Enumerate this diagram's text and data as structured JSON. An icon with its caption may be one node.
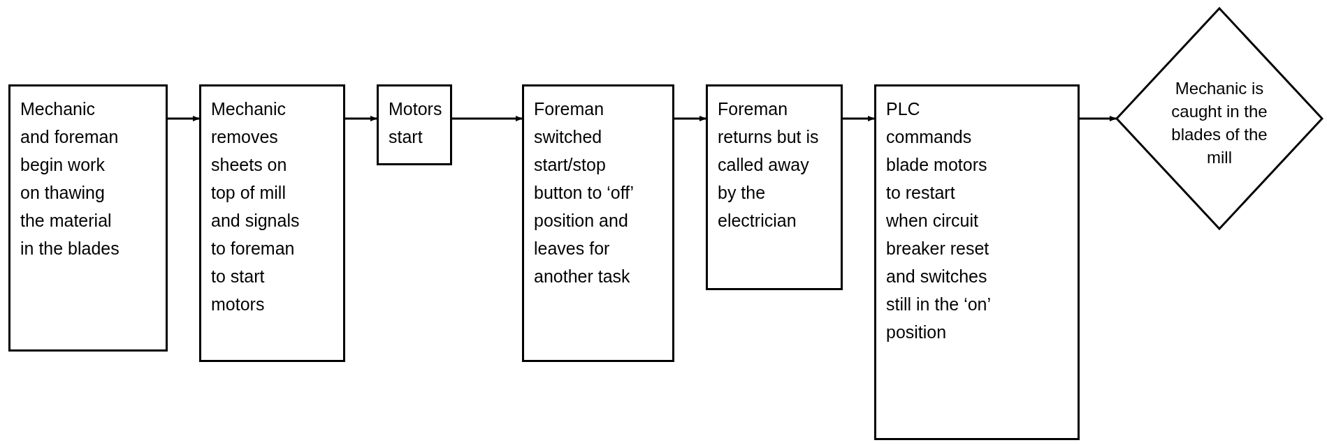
{
  "diagram": {
    "nodes": [
      {
        "text": [
          "Mechanic and foreman begin work on thawing the material in the blades"
        ]
      },
      {
        "text": [
          "Mechanic removes sheets on top of mill and signals to foreman to start motors"
        ]
      },
      {
        "text": [
          "Motors start"
        ]
      },
      {
        "text": [
          "Foreman switched start/stop button to ‘off’ position and leaves for another task"
        ]
      },
      {
        "text": [
          "Foreman returns but is called away by the electrician"
        ]
      },
      {
        "text": [
          "PLC commands blade motors to restart when circuit breaker reset and switches still in the ‘on’ position"
        ]
      },
      {
        "text": [
          "Mechanic is caught in the blades of the mill"
        ]
      }
    ],
    "edges": [
      {
        "from": 0,
        "to": 1,
        "arrow": "to"
      },
      {
        "from": 1,
        "to": 2,
        "arrow": "to"
      },
      {
        "from": 2,
        "to": 3,
        "arrow": "to"
      },
      {
        "from": 3,
        "to": 4,
        "arrow": "to"
      },
      {
        "from": 4,
        "to": 5,
        "arrow": "to"
      },
      {
        "from": 5,
        "to": 6,
        "arrow": "to"
      }
    ]
  }
}
